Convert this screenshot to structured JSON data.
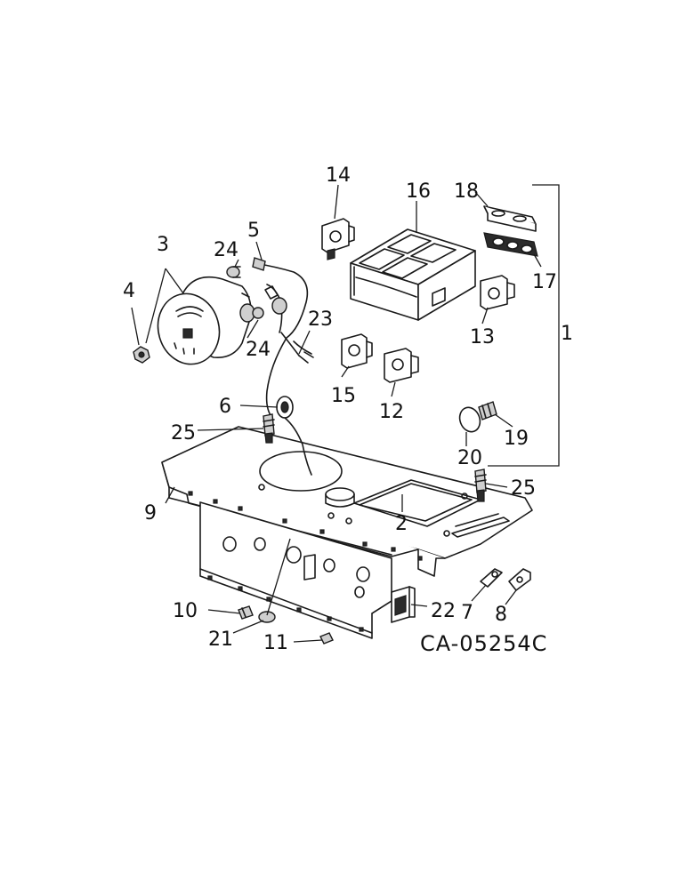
{
  "callouts": {
    "c1": "1",
    "c2": "2",
    "c3": "3",
    "c4": "4",
    "c5": "5",
    "c6": "6",
    "c7": "7",
    "c8": "8",
    "c9": "9",
    "c10": "10",
    "c11": "11",
    "c12": "12",
    "c13": "13",
    "c14": "14",
    "c15": "15",
    "c16": "16",
    "c17": "17",
    "c18": "18",
    "c19": "19",
    "c20": "20",
    "c21": "21",
    "c22": "22",
    "c23": "23",
    "c24a": "24",
    "c24b": "24",
    "c25a": "25",
    "c25b": "25"
  },
  "reference_code": "CA-05254C",
  "colors": {
    "ink": "#1a1a1a",
    "background": "#ffffff"
  }
}
